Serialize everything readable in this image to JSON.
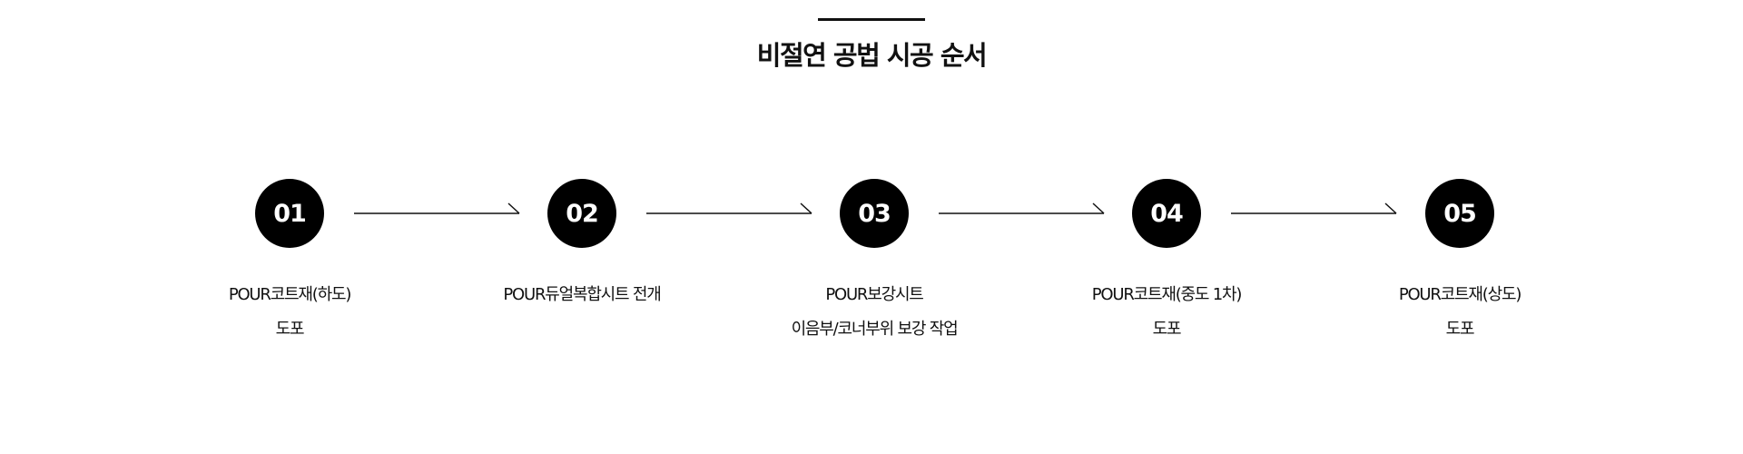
{
  "title": "비절연 공법 시공 순서",
  "steps": [
    {
      "number": "01",
      "lines": [
        "POUR코트재(하도)",
        "도포"
      ]
    },
    {
      "number": "02",
      "lines": [
        "POUR듀얼복합시트 전개",
        ""
      ]
    },
    {
      "number": "03",
      "lines": [
        "POUR보강시트",
        "이음부/코너부위 보강 작업"
      ]
    },
    {
      "number": "04",
      "lines": [
        "POUR코트재(중도 1차)",
        "도포"
      ]
    },
    {
      "number": "05",
      "lines": [
        "POUR코트재(상도)",
        "도포"
      ]
    }
  ]
}
